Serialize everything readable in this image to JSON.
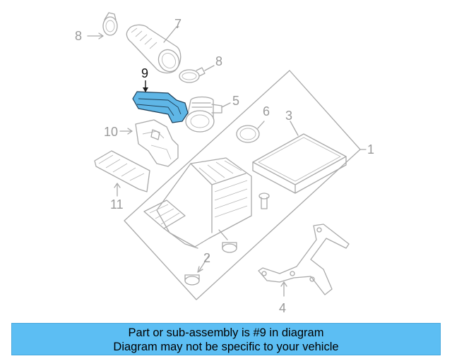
{
  "diagram": {
    "callouts": [
      "1",
      "2",
      "3",
      "4",
      "5",
      "6",
      "7",
      "8",
      "8",
      "9",
      "10",
      "11"
    ],
    "highlighted_part": "9",
    "colors": {
      "highlight_fill": "#5fb6e6",
      "line_art": "#a9a9a9",
      "banner_bg": "#5cbef3"
    }
  },
  "banner": {
    "line1": "Part or sub-assembly is #9 in diagram",
    "line2": "Diagram may not be specific to your vehicle"
  }
}
